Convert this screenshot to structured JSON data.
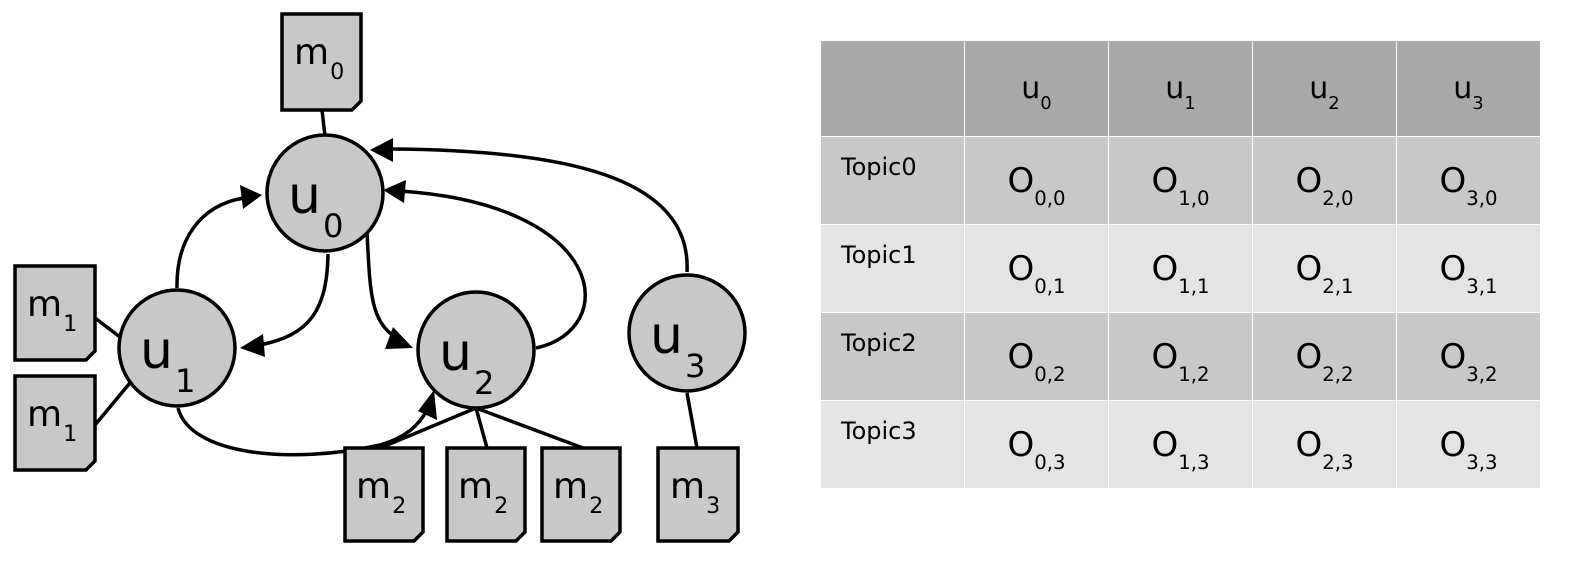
{
  "graph": {
    "nodes": [
      {
        "id": "u0",
        "base": "u",
        "sub": "0"
      },
      {
        "id": "u1",
        "base": "u",
        "sub": "1"
      },
      {
        "id": "u2",
        "base": "u",
        "sub": "2"
      },
      {
        "id": "u3",
        "base": "u",
        "sub": "3"
      }
    ],
    "messages": [
      {
        "base": "m",
        "sub": "0",
        "owner": "u0"
      },
      {
        "base": "m",
        "sub": "1",
        "owner": "u1"
      },
      {
        "base": "m",
        "sub": "1",
        "owner": "u1"
      },
      {
        "base": "m",
        "sub": "2",
        "owner": "u2"
      },
      {
        "base": "m",
        "sub": "2",
        "owner": "u2"
      },
      {
        "base": "m",
        "sub": "2",
        "owner": "u2"
      },
      {
        "base": "m",
        "sub": "3",
        "owner": "u3"
      }
    ],
    "edges": [
      {
        "from": "u1",
        "to": "u0"
      },
      {
        "from": "u0",
        "to": "u1"
      },
      {
        "from": "u0",
        "to": "u2"
      },
      {
        "from": "u2",
        "to": "u0"
      },
      {
        "from": "u3",
        "to": "u0"
      },
      {
        "from": "u1",
        "to": "u2"
      }
    ]
  },
  "table": {
    "columns": [
      {
        "base": "u",
        "sub": "0"
      },
      {
        "base": "u",
        "sub": "1"
      },
      {
        "base": "u",
        "sub": "2"
      },
      {
        "base": "u",
        "sub": "3"
      }
    ],
    "rows": [
      {
        "topic": "Topic0",
        "cells": [
          {
            "base": "O",
            "sub": "0,0"
          },
          {
            "base": "O",
            "sub": "1,0"
          },
          {
            "base": "O",
            "sub": "2,0"
          },
          {
            "base": "O",
            "sub": "3,0"
          }
        ]
      },
      {
        "topic": "Topic1",
        "cells": [
          {
            "base": "O",
            "sub": "0,1"
          },
          {
            "base": "O",
            "sub": "1,1"
          },
          {
            "base": "O",
            "sub": "2,1"
          },
          {
            "base": "O",
            "sub": "3,1"
          }
        ]
      },
      {
        "topic": "Topic2",
        "cells": [
          {
            "base": "O",
            "sub": "0,2"
          },
          {
            "base": "O",
            "sub": "1,2"
          },
          {
            "base": "O",
            "sub": "2,2"
          },
          {
            "base": "O",
            "sub": "3,2"
          }
        ]
      },
      {
        "topic": "Topic3",
        "cells": [
          {
            "base": "O",
            "sub": "0,3"
          },
          {
            "base": "O",
            "sub": "1,3"
          },
          {
            "base": "O",
            "sub": "2,3"
          },
          {
            "base": "O",
            "sub": "3,3"
          }
        ]
      }
    ]
  }
}
